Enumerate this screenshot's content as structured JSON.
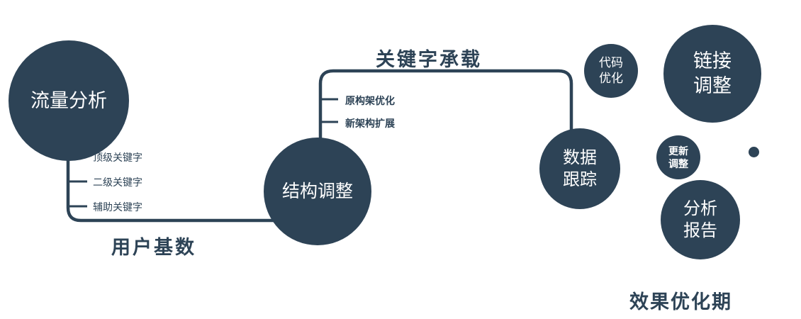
{
  "colors": {
    "primary": "#2d4356",
    "node_text": "#ffffff",
    "background": "#ffffff"
  },
  "nodes": {
    "traffic": {
      "label": "流量分析"
    },
    "structure": {
      "label": "结构调整"
    },
    "tracking": {
      "label": "数据跟踪"
    },
    "code": {
      "label": "代码优化"
    },
    "link": {
      "label": "链接调整"
    },
    "update": {
      "label": "更新调整"
    },
    "report": {
      "label": "分析报告"
    }
  },
  "edge_labels": {
    "user_base": "用户基数",
    "keyword_carry": "关键字承载"
  },
  "caption": {
    "effect_period": "效果优化期"
  },
  "ticks": {
    "left": [
      "顶级关键字",
      "二级关键字",
      "辅助关键字"
    ],
    "middle": [
      "原构架优化",
      "新架构扩展"
    ]
  }
}
